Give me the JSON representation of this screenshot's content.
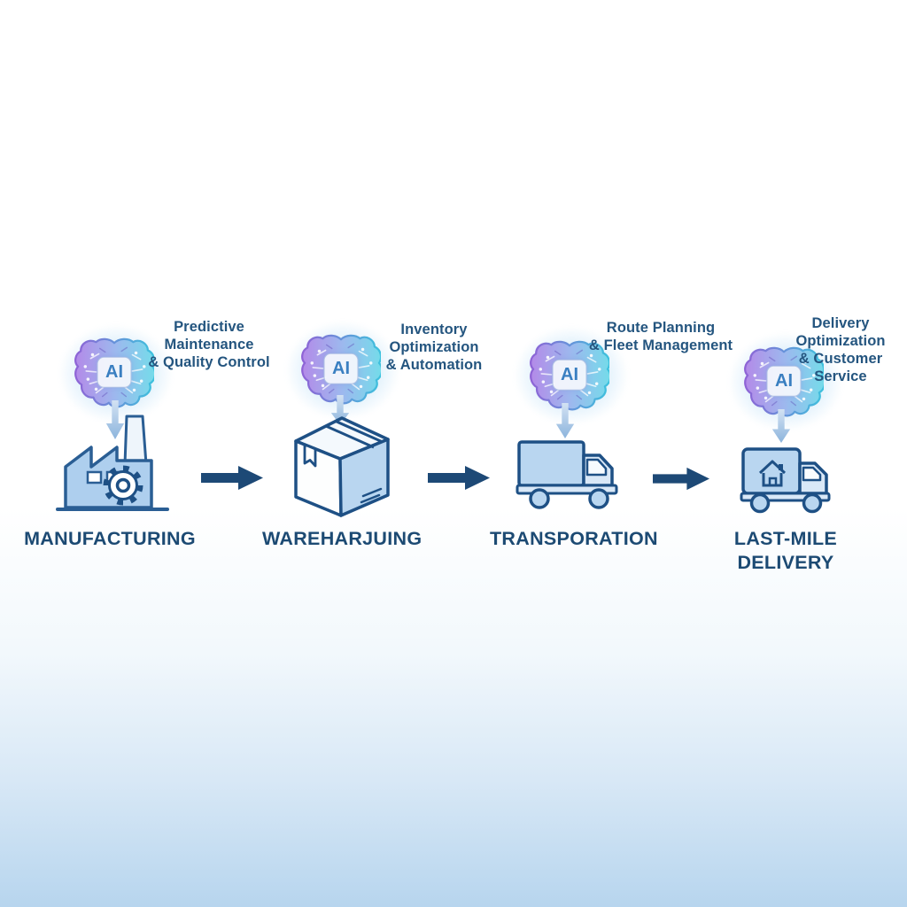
{
  "diagram": {
    "theme": {
      "background_top": "#ffffff",
      "background_bottom": "#b7d5ee",
      "label_color": "#1c4a73",
      "description_color": "#24557f",
      "flow_arrow_color": "#1d4976",
      "icon_outline_color": "#1e5085",
      "icon_fill_color": "#b9d6f0",
      "brain_purple": "#b38ae8",
      "brain_teal": "#74dcea",
      "ai_text_color": "#3a7fc1"
    },
    "stages": [
      {
        "id": "manufacturing",
        "ai_label": "AI",
        "description_line1": "Predictive Maintenance",
        "description_line2": "& Quality Control",
        "label_line1": "MANUFACTURING",
        "label_line2": "",
        "icon": "factory-icon"
      },
      {
        "id": "warehousing",
        "ai_label": "AI",
        "description_line1": "Inventory Optimization",
        "description_line2": "& Automation",
        "label_line1": "WAREHARJUING",
        "label_line2": "",
        "icon": "package-box-icon"
      },
      {
        "id": "transportation",
        "ai_label": "AI",
        "description_line1": "Route Planning",
        "description_line2": "& Fleet Management",
        "label_line1": "TRANSPORATION",
        "label_line2": "",
        "icon": "truck-icon"
      },
      {
        "id": "last_mile_delivery",
        "ai_label": "AI",
        "description_line1": "Delivery Optimization",
        "description_line2": "& Customer Service",
        "label_line1": "LAST-MILE",
        "label_line2": "DELIVERY",
        "icon": "delivery-truck-icon"
      }
    ]
  }
}
